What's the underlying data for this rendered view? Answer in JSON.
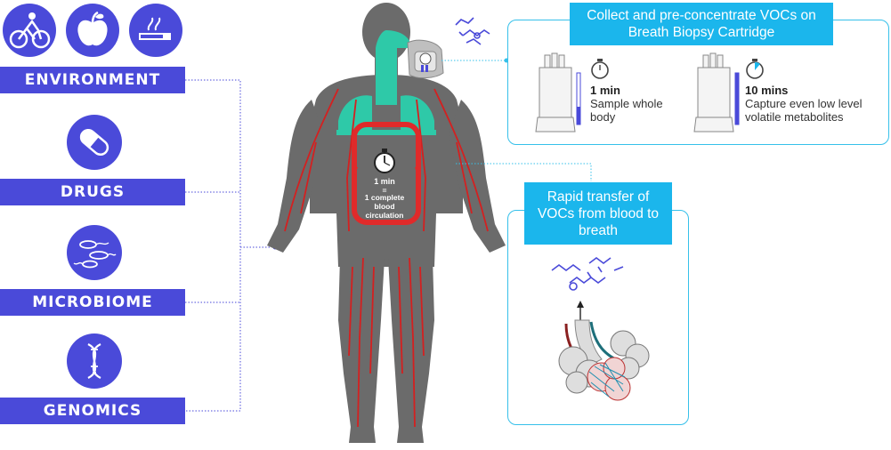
{
  "categories": [
    {
      "label": "ENVIRONMENT",
      "icons": [
        "bicycle-icon",
        "apple-icon",
        "cigarette-icon"
      ]
    },
    {
      "label": "DRUGS",
      "icons": [
        "pill-capsule-icon"
      ]
    },
    {
      "label": "MICROBIOME",
      "icons": [
        "bacteria-icon"
      ]
    },
    {
      "label": "GENOMICS",
      "icons": [
        "dna-icon"
      ]
    }
  ],
  "circulation": {
    "duration": "1 min",
    "equals": "=",
    "description": "1 complete blood circulation"
  },
  "collect_panel": {
    "title": "Collect and pre-concentrate VOCs on Breath Biopsy Cartridge",
    "stats": [
      {
        "value": "1 min",
        "description": "Sample whole body"
      },
      {
        "value": "10 mins",
        "description": "Capture even low level volatile metabolites"
      }
    ]
  },
  "transfer_panel": {
    "title": "Rapid transfer of VOCs from blood to breath"
  },
  "colors": {
    "accent_purple": "#4a4ad9",
    "callout_blue": "#1bb6ec",
    "body_gray": "#6b6b6b",
    "blood_red": "#e02a2a",
    "airway_teal": "#2ec9a8"
  }
}
